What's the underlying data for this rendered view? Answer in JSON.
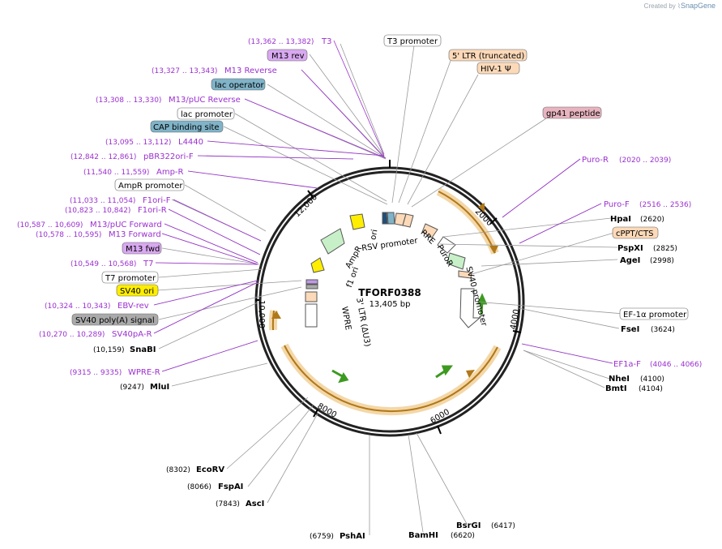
{
  "credit": {
    "prefix": "Created by",
    "brand": "SnapGene"
  },
  "plasmid": {
    "name": "TFORF0388",
    "length": "13,405 bp"
  },
  "ticks": [
    "2000",
    "4000",
    "6000",
    "8000",
    "10,000",
    "12,000"
  ],
  "colors": {
    "primer": "#9b30d0",
    "gene": "#f0a040",
    "promoter": "#ffffff",
    "ori": "#ffee00",
    "lacop": "#7fb3c8",
    "ltr": "#fcd9b8",
    "peptide": "#e8b4c0",
    "terminator": "#c099e6",
    "polya": "#aaaaaa",
    "resist": "#c8f0c8"
  },
  "left_labels": [
    {
      "coord": "(13,362 .. 13,382)",
      "name": "T3",
      "type": "primer"
    },
    {
      "name": "M13 rev",
      "type": "box-purple"
    },
    {
      "coord": "(13,327 .. 13,343)",
      "name": "M13 Reverse",
      "type": "primer"
    },
    {
      "name": "lac operator",
      "type": "box-teal"
    },
    {
      "coord": "(13,308 .. 13,330)",
      "name": "M13/pUC Reverse",
      "type": "primer"
    },
    {
      "name": "lac promoter",
      "type": "box-white"
    },
    {
      "name": "CAP binding site",
      "type": "box-teal"
    },
    {
      "coord": "(13,095 .. 13,112)",
      "name": "L4440",
      "type": "primer"
    },
    {
      "coord": "(12,842 .. 12,861)",
      "name": "pBR322ori-F",
      "type": "primer"
    },
    {
      "coord": "(11,540 .. 11,559)",
      "name": "Amp-R",
      "type": "primer"
    },
    {
      "name": "AmpR promoter",
      "type": "box-white"
    },
    {
      "coord": "(11,033 .. 11,054)",
      "name": "F1ori-F",
      "type": "primer"
    },
    {
      "coord": "(10,823 .. 10,842)",
      "name": "F1ori-R",
      "type": "primer"
    },
    {
      "coord": "(10,587 .. 10,609)",
      "name": "M13/pUC Forward",
      "type": "primer"
    },
    {
      "coord": "(10,578 .. 10,595)",
      "name": "M13 Forward",
      "type": "primer"
    },
    {
      "name": "M13 fwd",
      "type": "box-purple"
    },
    {
      "coord": "(10,549 .. 10,568)",
      "name": "T7",
      "type": "primer"
    },
    {
      "name": "T7 promoter",
      "type": "box-white"
    },
    {
      "name": "SV40 ori",
      "type": "box-yellow"
    },
    {
      "coord": "(10,324 .. 10,343)",
      "name": "EBV-rev",
      "type": "primer"
    },
    {
      "name": "SV40 poly(A) signal",
      "type": "box-gray"
    },
    {
      "coord": "(10,270 .. 10,289)",
      "name": "SV40pA-R",
      "type": "primer"
    },
    {
      "coord": "(10,159)",
      "name": "SnaBI",
      "type": "enzyme"
    },
    {
      "coord": "(9315 .. 9335)",
      "name": "WPRE-R",
      "type": "primer"
    },
    {
      "coord": "(9247)",
      "name": "MluI",
      "type": "enzyme"
    }
  ],
  "right_labels": [
    {
      "name": "T3 promoter",
      "type": "box-white"
    },
    {
      "name": "5' LTR (truncated)",
      "type": "box-ltr"
    },
    {
      "name": "HIV-1 Ψ",
      "type": "box-ltr"
    },
    {
      "name": "gp41 peptide",
      "type": "box-pink"
    },
    {
      "name": "Puro-R",
      "coord": "(2020 .. 2039)",
      "type": "primer"
    },
    {
      "name": "Puro-F",
      "coord": "(2516 .. 2536)",
      "type": "primer"
    },
    {
      "name": "HpaI",
      "coord": "(2620)",
      "type": "enzyme"
    },
    {
      "name": "cPPT/CTS",
      "type": "box-ltr"
    },
    {
      "name": "PspXI",
      "coord": "(2825)",
      "type": "enzyme"
    },
    {
      "name": "AgeI",
      "coord": "(2998)",
      "type": "enzyme"
    },
    {
      "name": "EF-1α promoter",
      "type": "box-white"
    },
    {
      "name": "FseI",
      "coord": "(3624)",
      "type": "enzyme"
    },
    {
      "name": "EF1a-F",
      "coord": "(4046 .. 4066)",
      "type": "primer"
    },
    {
      "name": "NheI",
      "coord": "(4100)",
      "type": "enzyme"
    },
    {
      "name": "BmtI",
      "coord": "(4104)",
      "type": "enzyme"
    }
  ],
  "bottom_labels": [
    {
      "name": "EcoRV",
      "coord": "(8302)"
    },
    {
      "name": "FspAI",
      "coord": "(8066)"
    },
    {
      "name": "AscI",
      "coord": "(7843)"
    },
    {
      "name": "PshAI",
      "coord": "(6759)"
    },
    {
      "name": "BamHI",
      "coord": "(6620)"
    },
    {
      "name": "BsrGI",
      "coord": "(6417)"
    }
  ],
  "inner_labels": [
    "ori",
    "RSV promoter",
    "RRE",
    "PuroR",
    "SV40 promoter",
    "AmpR",
    "f1 ori",
    "3' LTR (ΔU3)",
    "WPRE"
  ]
}
